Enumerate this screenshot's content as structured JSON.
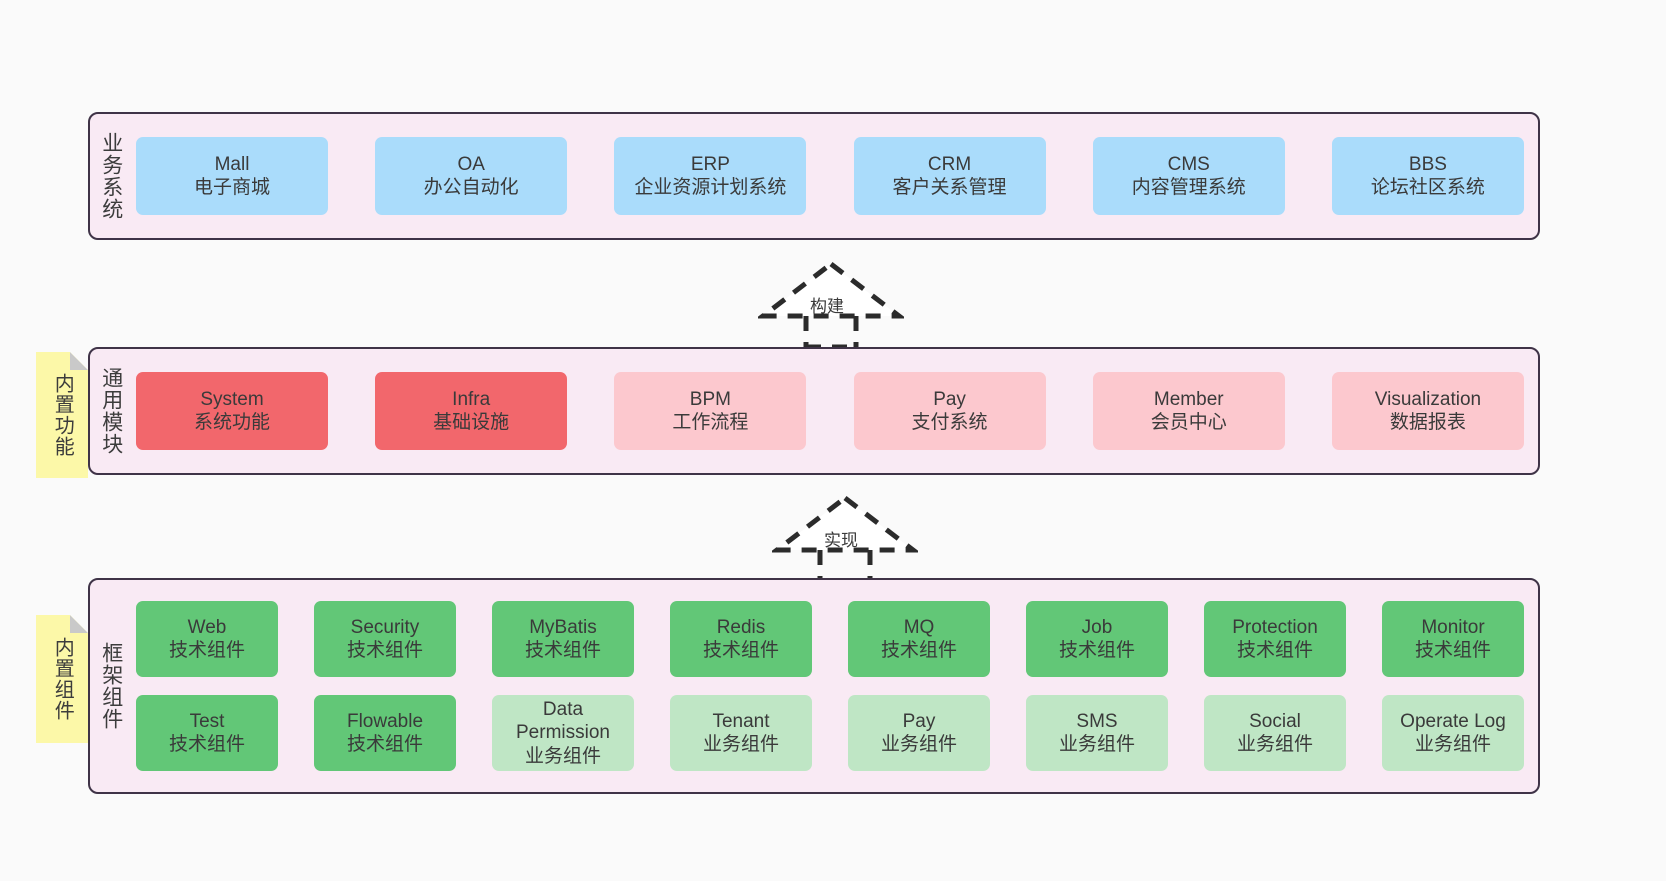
{
  "diagram": {
    "background_color": "#fafafa",
    "band_fill": "#f9eaf4",
    "band_border": "#3f3347",
    "note_color": "#fcf8a8",
    "colors": {
      "blue": "#aadcfb",
      "red": "#f2676c",
      "pink": "#fcc8ce",
      "green": "#62c777",
      "light_green": "#bfe6c5"
    }
  },
  "bands": {
    "business": {
      "title": "业务系统",
      "nodes": [
        {
          "en": "Mall",
          "cn": "电子商城",
          "color": "blue"
        },
        {
          "en": "OA",
          "cn": "办公自动化",
          "color": "blue"
        },
        {
          "en": "ERP",
          "cn": "企业资源计划系统",
          "color": "blue"
        },
        {
          "en": "CRM",
          "cn": "客户关系管理",
          "color": "blue"
        },
        {
          "en": "CMS",
          "cn": "内容管理系统",
          "color": "blue"
        },
        {
          "en": "BBS",
          "cn": "论坛社区系统",
          "color": "blue"
        }
      ]
    },
    "modules": {
      "title": "通用模块",
      "note": "内置功能",
      "nodes": [
        {
          "en": "System",
          "cn": "系统功能",
          "color": "red"
        },
        {
          "en": "Infra",
          "cn": "基础设施",
          "color": "red"
        },
        {
          "en": "BPM",
          "cn": "工作流程",
          "color": "pink"
        },
        {
          "en": "Pay",
          "cn": "支付系统",
          "color": "pink"
        },
        {
          "en": "Member",
          "cn": "会员中心",
          "color": "pink"
        },
        {
          "en": "Visualization",
          "cn": "数据报表",
          "color": "pink"
        }
      ]
    },
    "framework": {
      "title": "框架组件",
      "note": "内置组件",
      "row1": [
        {
          "en": "Web",
          "cn": "技术组件",
          "color": "green"
        },
        {
          "en": "Security",
          "cn": "技术组件",
          "color": "green"
        },
        {
          "en": "MyBatis",
          "cn": "技术组件",
          "color": "green"
        },
        {
          "en": "Redis",
          "cn": "技术组件",
          "color": "green"
        },
        {
          "en": "MQ",
          "cn": "技术组件",
          "color": "green"
        },
        {
          "en": "Job",
          "cn": "技术组件",
          "color": "green"
        },
        {
          "en": "Protection",
          "cn": "技术组件",
          "color": "green"
        },
        {
          "en": "Monitor",
          "cn": "技术组件",
          "color": "green"
        }
      ],
      "row2": [
        {
          "en": "Test",
          "cn": "技术组件",
          "color": "green"
        },
        {
          "en": "Flowable",
          "cn": "技术组件",
          "color": "green"
        },
        {
          "en": "Data Permission",
          "cn": "业务组件",
          "color": "light_green"
        },
        {
          "en": "Tenant",
          "cn": "业务组件",
          "color": "light_green"
        },
        {
          "en": "Pay",
          "cn": "业务组件",
          "color": "light_green"
        },
        {
          "en": "SMS",
          "cn": "业务组件",
          "color": "light_green"
        },
        {
          "en": "Social",
          "cn": "业务组件",
          "color": "light_green"
        },
        {
          "en": "Operate Log",
          "cn": "业务组件",
          "color": "light_green"
        }
      ]
    }
  },
  "connectors": [
    {
      "label": "构建",
      "from": "modules",
      "to": "business",
      "style": "dashed-realization"
    },
    {
      "label": "实现",
      "from": "framework",
      "to": "modules",
      "style": "dashed-realization"
    }
  ]
}
